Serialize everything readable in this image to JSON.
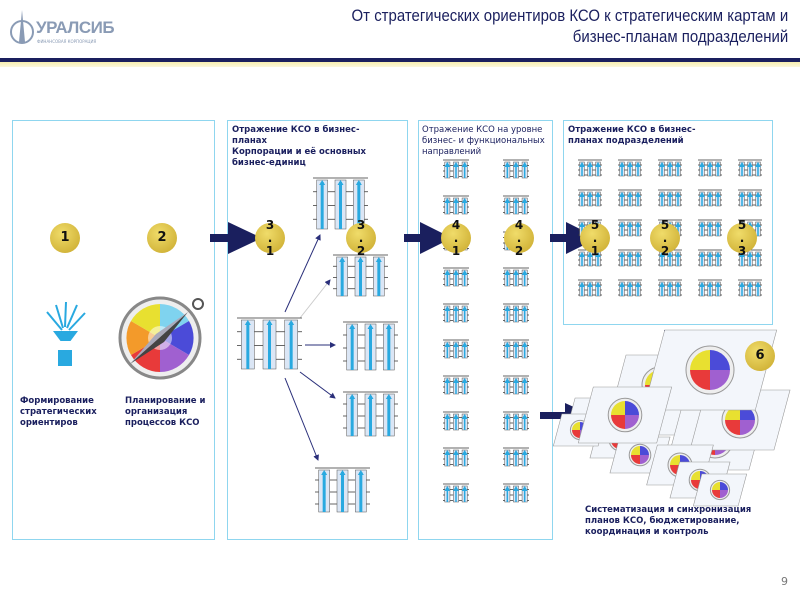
{
  "header": {
    "logo_text": "УРАЛСИБ",
    "logo_sub": "ФИНАНСОВАЯ КОРПОРАЦИЯ",
    "title_line1": "От стратегических ориентиров КСО к стратегическим картам и",
    "title_line2": "бизнес-планам подразделений"
  },
  "steps": {
    "s1": "1",
    "s2": "2",
    "s31": "3\n.\n1",
    "s32": "3\n.\n2",
    "s41": "4\n.\n1",
    "s42": "4\n.\n2",
    "s51": "5\n.\n1",
    "s52": "5\n.\n2",
    "s53": "5\n.\n3",
    "s6": "6"
  },
  "box1": {
    "label1": "Формирование стратегических ориентиров",
    "label2": "Планирование и организация процессов КСО",
    "icon1": "lighthouse-icon",
    "icon2": "compass-icon"
  },
  "box2": {
    "title_line1": "Отражение КСО в бизнес-",
    "title_line2": "планах",
    "title_line3": "Корпорации и её основных",
    "title_line4": "бизнес-единиц"
  },
  "box3": {
    "title": "Отражение КСО на уровне бизнес- и функциональных направлений"
  },
  "box4": {
    "title": "Отражение КСО в бизнес-планах подразделений"
  },
  "step6": {
    "label": "Систематизация и синхронизация планов КСО, бюджетирование, координация и контроль"
  },
  "page_number": "9",
  "colors": {
    "navy": "#1a1f5e",
    "box_border": "#8fd6ef",
    "gold": "#d4b63a",
    "arrow_blue": "#29a9e0"
  }
}
